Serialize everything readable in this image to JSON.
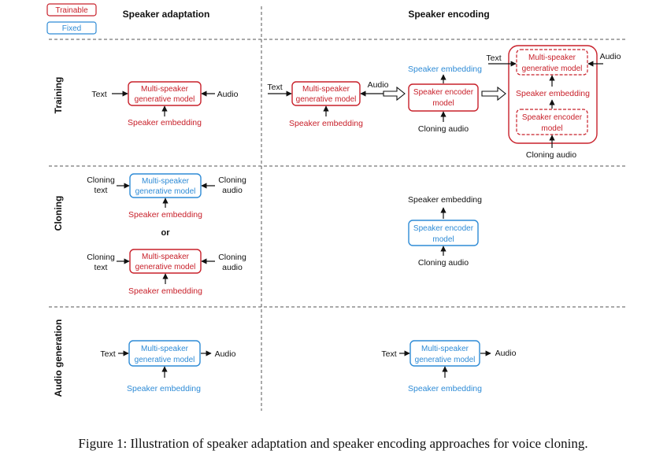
{
  "legend": {
    "trainable": "Trainable",
    "fixed": "Fixed"
  },
  "columns": {
    "adaptation": "Speaker adaptation",
    "encoding": "Speaker encoding"
  },
  "rows": {
    "training": "Training",
    "cloning": "Cloning",
    "generation": "Audio generation"
  },
  "labels": {
    "text": "Text",
    "audio": "Audio",
    "speaker_embedding": "Speaker embedding",
    "cloning_audio": "Cloning audio",
    "cloning_text_1": "Cloning",
    "cloning_text_2": "text",
    "cloning_audio_1": "Cloning",
    "cloning_audio_2": "audio",
    "or": "or"
  },
  "boxes": {
    "gen_1": "Multi-speaker",
    "gen_2": "generative model",
    "enc_1": "Speaker encoder",
    "enc_2": "model"
  },
  "colors": {
    "trainable": "#c8202a",
    "fixed": "#2e8bd6",
    "line": "#111111",
    "divider": "#555555"
  },
  "caption": "Figure 1: Illustration of speaker adaptation and speaker encoding approaches for voice cloning."
}
